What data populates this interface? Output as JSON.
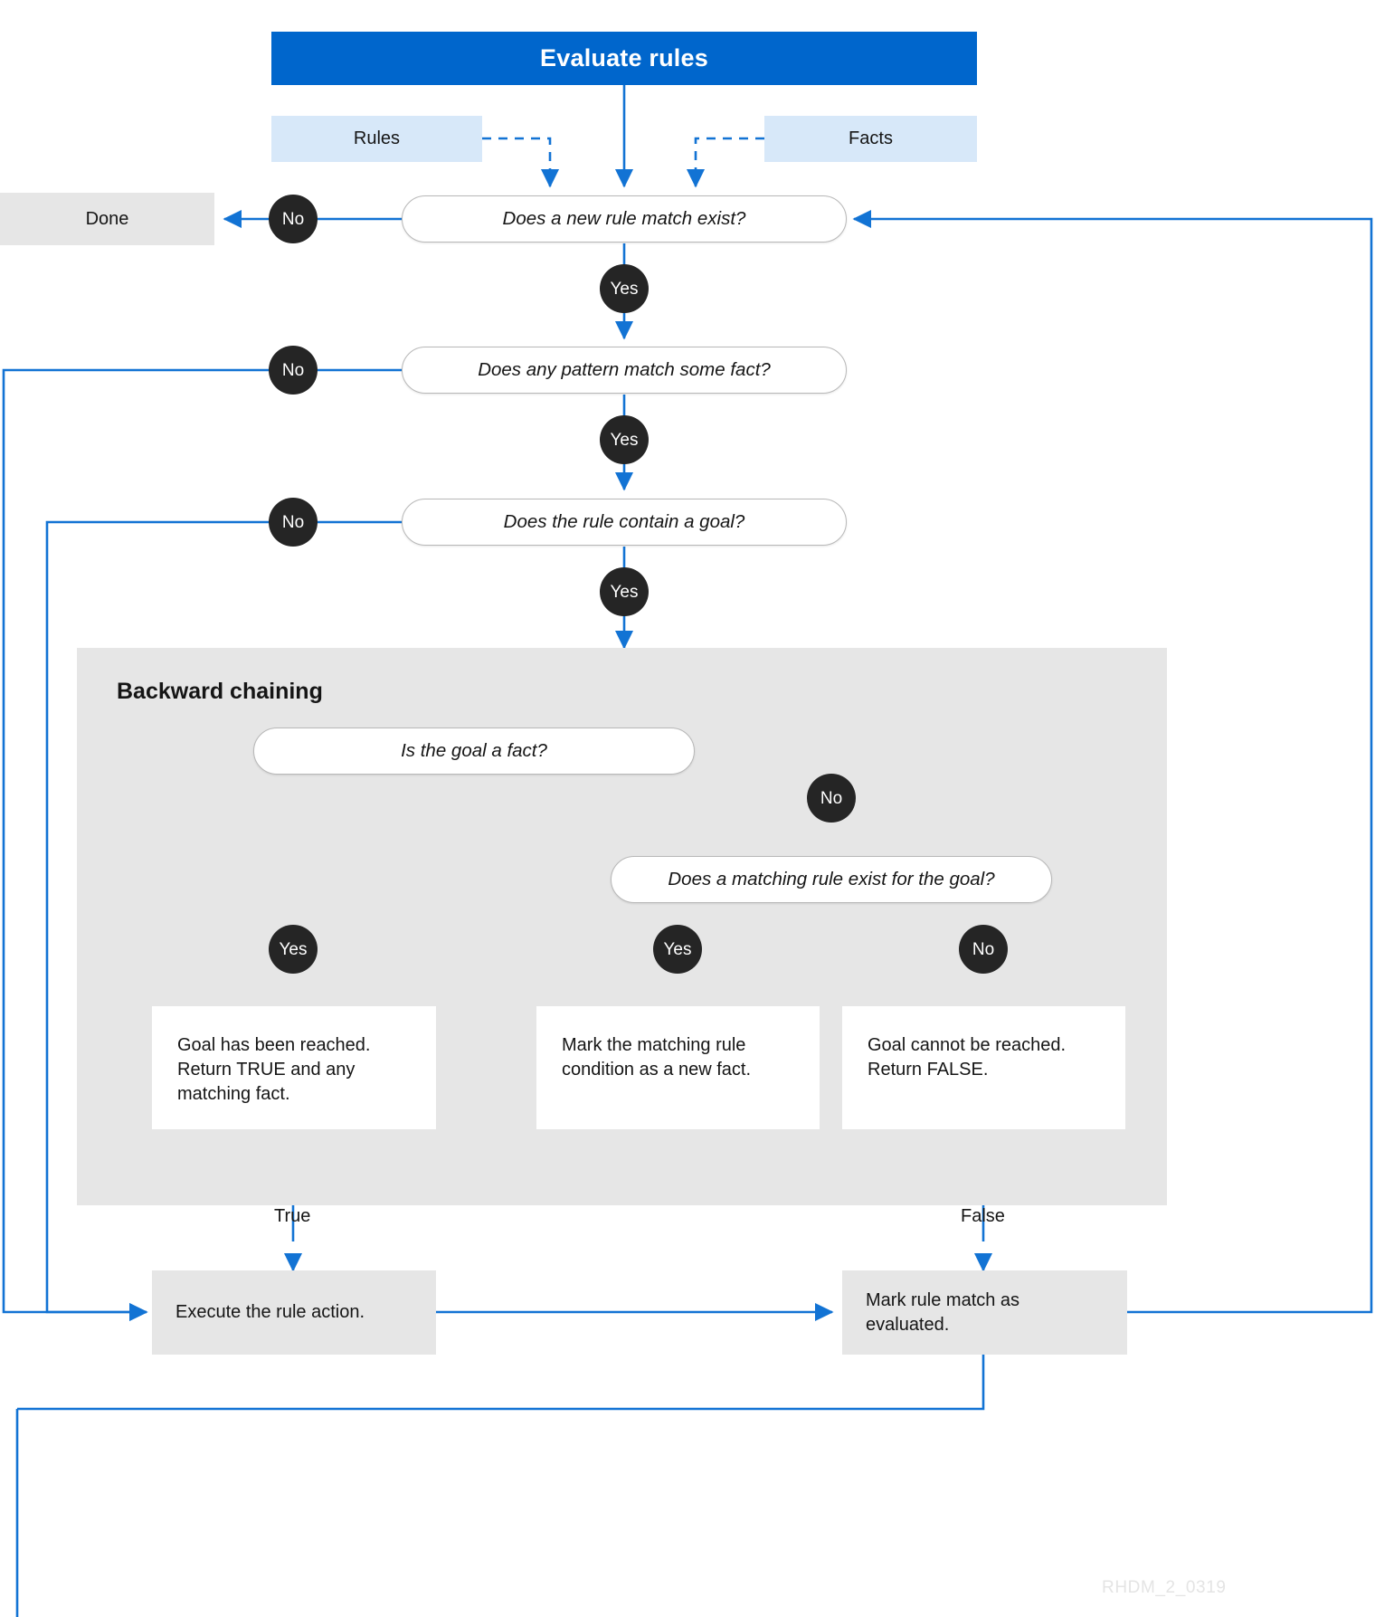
{
  "diagram": {
    "title": "Evaluate rules",
    "watermark": "RHDM_2_0319",
    "colors": {
      "banner_blue": "#0066cc",
      "chip_blue": "#d7e8f9",
      "wire_blue": "#1273d4",
      "badge_black": "#252525",
      "panel_gray": "#e6e6e6",
      "box_gray": "#e6e6e6",
      "pill_border": "#b8b8b8"
    },
    "inputs": [
      {
        "label": "Rules"
      },
      {
        "label": "Facts"
      }
    ],
    "terminals": [
      {
        "label": "Done"
      }
    ],
    "decisions": [
      {
        "label": "Does a new rule match exist?"
      },
      {
        "label": "Does any pattern match some fact?"
      },
      {
        "label": "Does the rule contain a goal?"
      },
      {
        "label": "Is the goal a fact?"
      },
      {
        "label": "Does a matching rule exist for the goal?"
      }
    ],
    "panel": {
      "title": "Backward chaining",
      "results": [
        {
          "label": "Goal has been reached. Return TRUE and any matching fact."
        },
        {
          "label": "Mark the matching rule condition as a new fact."
        },
        {
          "label": "Goal cannot be reached. Return FALSE."
        }
      ]
    },
    "actions": [
      {
        "label": "Execute the rule action."
      },
      {
        "label": "Mark rule match as evaluated."
      }
    ],
    "edge_badges": [
      {
        "label": "No"
      },
      {
        "label": "Yes"
      },
      {
        "label": "No"
      },
      {
        "label": "Yes"
      },
      {
        "label": "No"
      },
      {
        "label": "Yes"
      },
      {
        "label": "No"
      },
      {
        "label": "Yes"
      },
      {
        "label": "Yes"
      },
      {
        "label": "No"
      }
    ],
    "edge_labels": [
      {
        "label": "True"
      },
      {
        "label": "False"
      }
    ]
  }
}
